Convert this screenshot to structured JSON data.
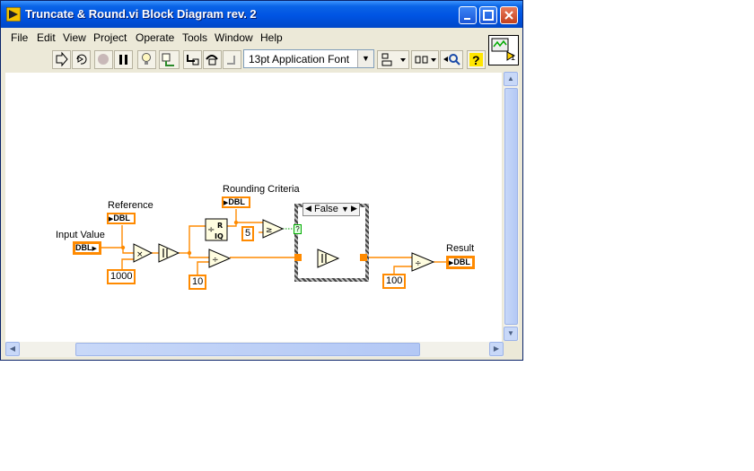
{
  "window": {
    "title": "Truncate & Round.vi Block Diagram rev. 2"
  },
  "menu": [
    "File",
    "Edit",
    "View",
    "Project",
    "Operate",
    "Tools",
    "Window",
    "Help"
  ],
  "toolbar": {
    "font": "13pt Application Font"
  },
  "connector": {
    "label": "1"
  },
  "diagram": {
    "labels": {
      "reference": "Reference",
      "input_value": "Input Value",
      "rounding": "Rounding Criteria",
      "result": "Result"
    },
    "type_tag": "DBL",
    "constants": {
      "c1000": "1000",
      "c10": "10",
      "c5": "5",
      "c100": "100"
    },
    "case_value": "False",
    "qr_top": "R",
    "qr_bottom": "IQ",
    "bool_terminal": "?"
  }
}
